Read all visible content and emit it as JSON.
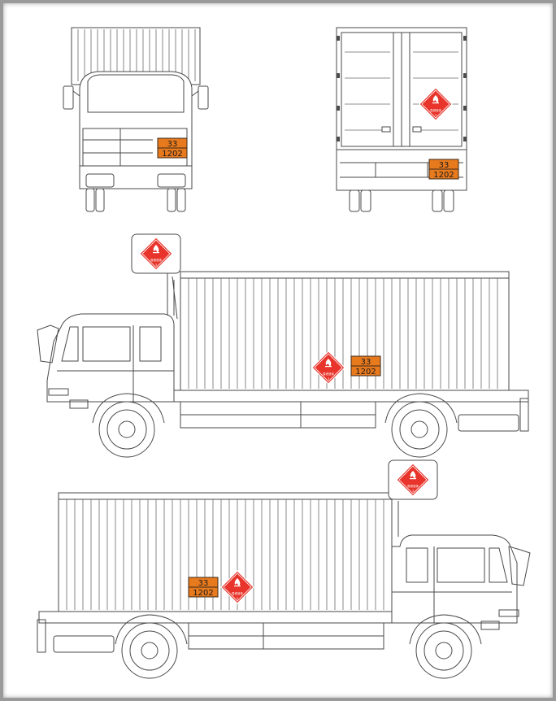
{
  "colors": {
    "plate_orange": "#e87a1e",
    "diamond_red": "#e8342a",
    "line": "#4a4a4a",
    "frame": "#9a9a9a"
  },
  "plate": {
    "hazard_id": "33",
    "un_number": "1202"
  },
  "placard": {
    "text": "易燃液体",
    "number": "3",
    "icon": "flame-icon"
  }
}
